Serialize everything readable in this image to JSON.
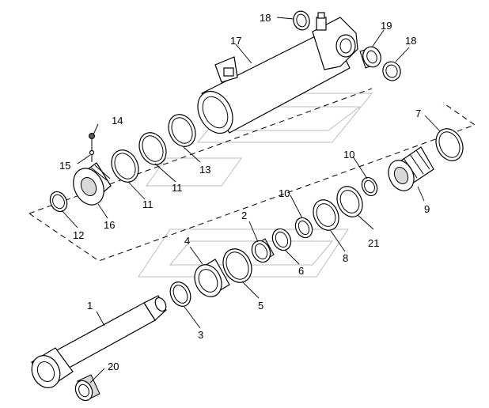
{
  "callouts": {
    "c1": "1",
    "c2": "2",
    "c3": "3",
    "c4": "4",
    "c5": "5",
    "c6": "6",
    "c7": "7",
    "c8": "8",
    "c9": "9",
    "c10a": "10",
    "c10b": "10",
    "c11a": "11",
    "c11b": "11",
    "c12": "12",
    "c13": "13",
    "c14": "14",
    "c15": "15",
    "c16": "16",
    "c17": "17",
    "c18a": "18",
    "c18b": "18",
    "c19": "19",
    "c20": "20",
    "c21": "21"
  }
}
